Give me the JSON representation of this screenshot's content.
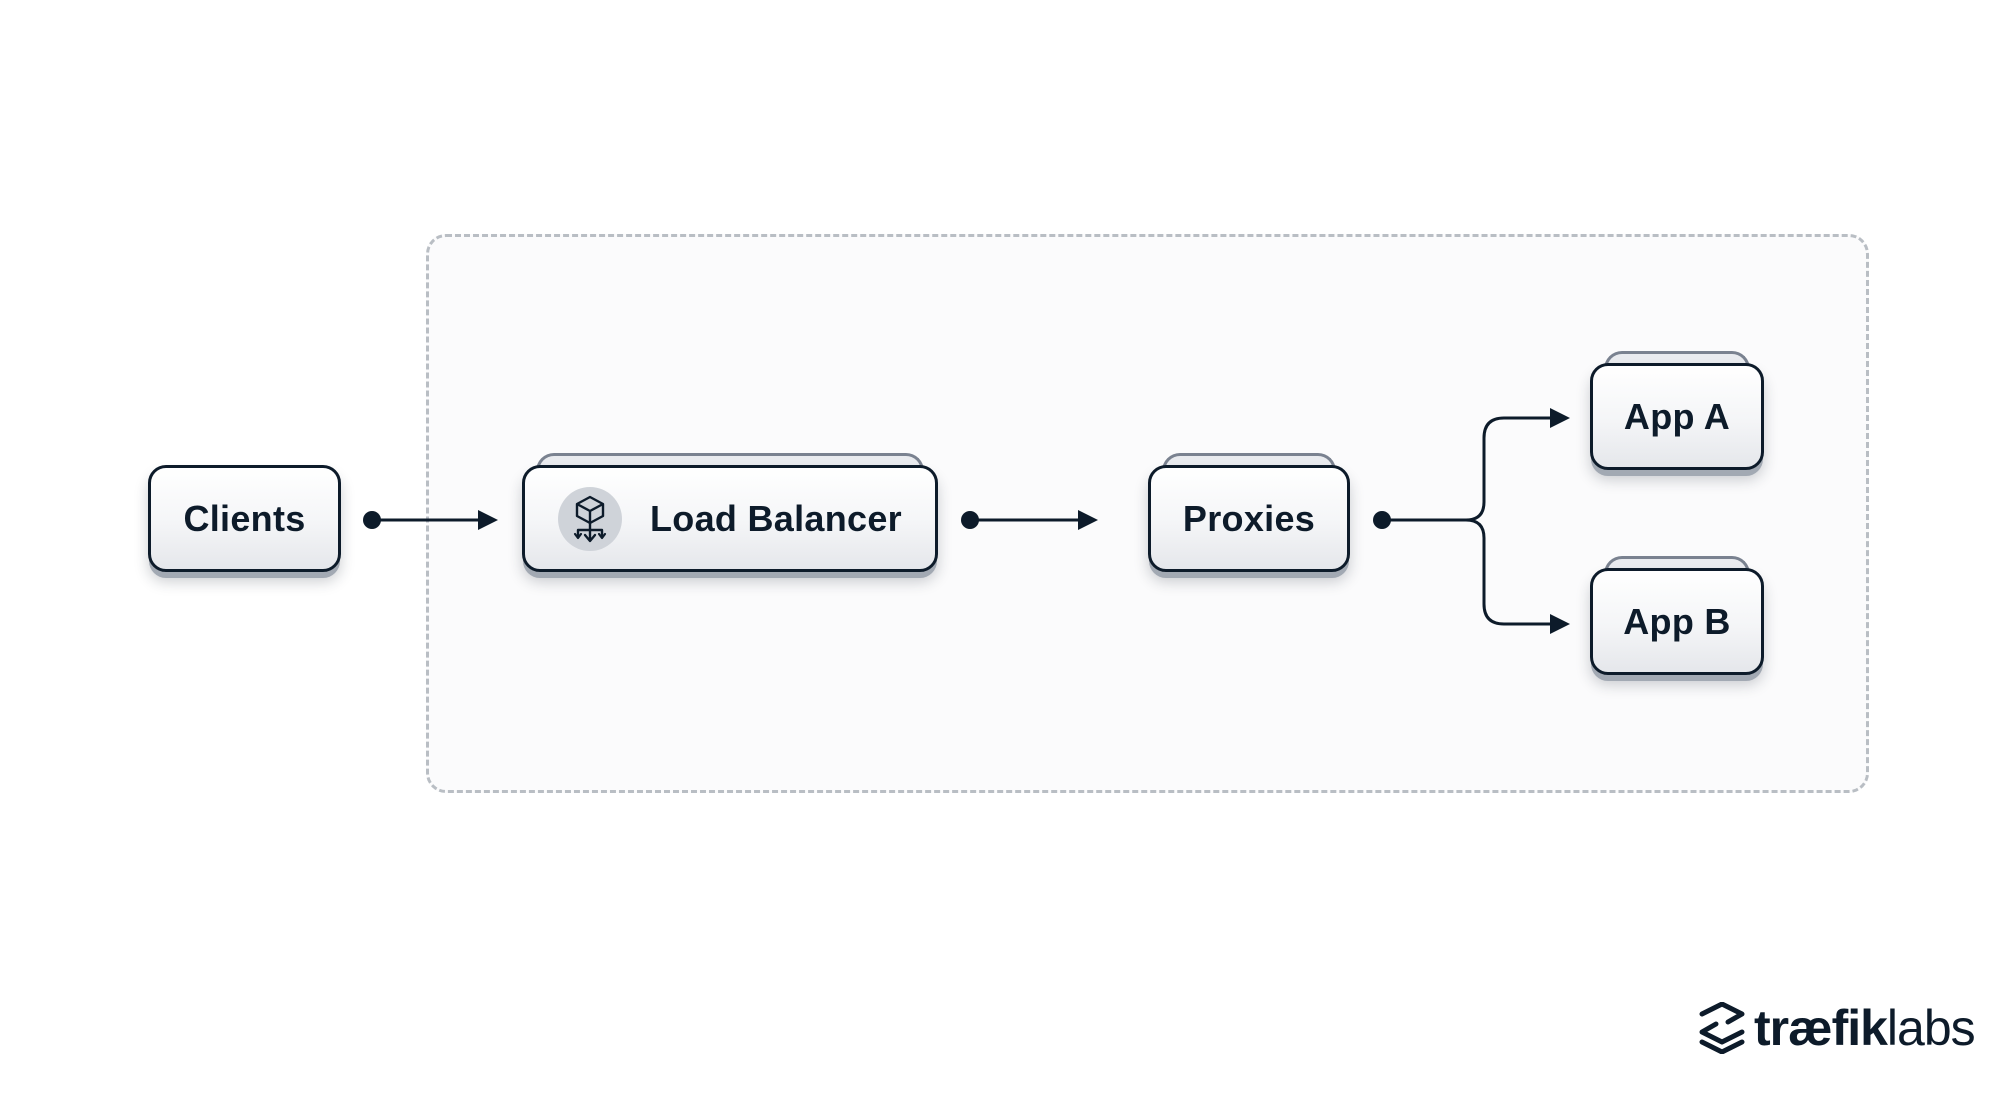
{
  "diagram": {
    "nodes": {
      "clients": {
        "label": "Clients"
      },
      "load_balancer": {
        "label": "Load Balancer",
        "icon": "load-balancer-icon"
      },
      "proxies": {
        "label": "Proxies"
      },
      "app_a": {
        "label": "App A"
      },
      "app_b": {
        "label": "App B"
      }
    },
    "edges": [
      {
        "from": "Clients",
        "to": "Load Balancer"
      },
      {
        "from": "Load Balancer",
        "to": "Proxies"
      },
      {
        "from": "Proxies",
        "to": "App A"
      },
      {
        "from": "Proxies",
        "to": "App B"
      }
    ],
    "colors": {
      "ink": "#0d1b2a",
      "boundary": "#b9bec4",
      "shadow": "#a2a9b3"
    }
  },
  "logo": {
    "part1": "træfik",
    "part2": "labs",
    "icon": "traefik-logo-icon"
  }
}
